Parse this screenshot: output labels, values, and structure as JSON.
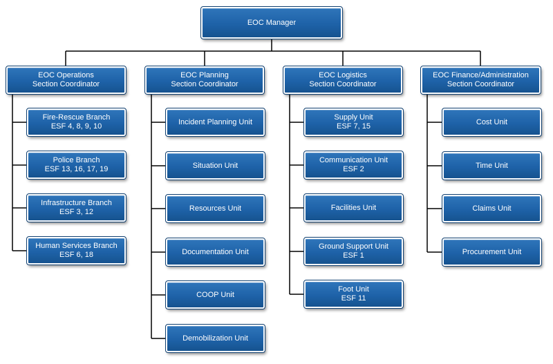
{
  "colors": {
    "box": "#1e62a8",
    "box_border": "#0f3f70",
    "line": "#000000"
  },
  "manager": {
    "lines": [
      "EOC Manager"
    ]
  },
  "sections": [
    {
      "lines": [
        "EOC Operations",
        "Section Coordinator"
      ],
      "units": [
        {
          "lines": [
            "Fire-Rescue Branch",
            "ESF 4, 8, 9, 10"
          ]
        },
        {
          "lines": [
            "Police Branch",
            "ESF 13, 16, 17, 19"
          ]
        },
        {
          "lines": [
            "Infrastructure Branch",
            "ESF 3, 12"
          ]
        },
        {
          "lines": [
            "Human Services Branch",
            "ESF 6, 18"
          ]
        }
      ]
    },
    {
      "lines": [
        "EOC Planning",
        "Section Coordinator"
      ],
      "units": [
        {
          "lines": [
            "Incident Planning Unit"
          ]
        },
        {
          "lines": [
            "Situation Unit"
          ]
        },
        {
          "lines": [
            "Resources Unit"
          ]
        },
        {
          "lines": [
            "Documentation Unit"
          ]
        },
        {
          "lines": [
            "COOP Unit"
          ]
        },
        {
          "lines": [
            "Demobilization Unit"
          ]
        }
      ]
    },
    {
      "lines": [
        "EOC Logistics",
        "Section Coordinator"
      ],
      "units": [
        {
          "lines": [
            "Supply Unit",
            "ESF 7, 15"
          ]
        },
        {
          "lines": [
            "Communication Unit",
            "ESF 2"
          ]
        },
        {
          "lines": [
            "Facilities Unit"
          ]
        },
        {
          "lines": [
            "Ground Support Unit",
            "ESF 1"
          ]
        },
        {
          "lines": [
            "Foot Unit",
            "ESF 11"
          ]
        }
      ]
    },
    {
      "lines": [
        "EOC Finance/Administration",
        "Section Coordinator"
      ],
      "units": [
        {
          "lines": [
            "Cost Unit"
          ]
        },
        {
          "lines": [
            "Time Unit"
          ]
        },
        {
          "lines": [
            "Claims Unit"
          ]
        },
        {
          "lines": [
            "Procurement Unit"
          ]
        }
      ]
    }
  ]
}
